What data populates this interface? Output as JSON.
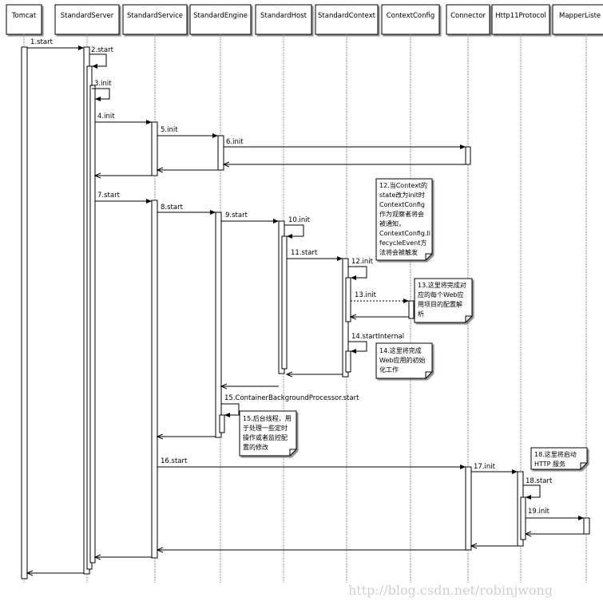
{
  "participants": [
    {
      "id": "tomcat",
      "name": "Tomcat"
    },
    {
      "id": "server",
      "name": "StandardServer"
    },
    {
      "id": "service",
      "name": "StandardService"
    },
    {
      "id": "engine",
      "name": "StandardEngine"
    },
    {
      "id": "host",
      "name": "StandardHost"
    },
    {
      "id": "context",
      "name": "StandardContext"
    },
    {
      "id": "ctxcfg",
      "name": "ContextConfig"
    },
    {
      "id": "connector",
      "name": "Connector"
    },
    {
      "id": "http11",
      "name": "Http11Protocol"
    },
    {
      "id": "mapper",
      "name": "MapperListe"
    }
  ],
  "messages": [
    {
      "label": "1.start",
      "from": "tomcat",
      "to": "server",
      "kind": "call"
    },
    {
      "label": "2.start",
      "from": "server",
      "to": "server",
      "kind": "self"
    },
    {
      "label": "3.init",
      "from": "server",
      "to": "server",
      "kind": "self"
    },
    {
      "label": "4.init",
      "from": "server",
      "to": "service",
      "kind": "call"
    },
    {
      "label": "5.init",
      "from": "service",
      "to": "engine",
      "kind": "call"
    },
    {
      "label": "6.init",
      "from": "engine",
      "to": "connector",
      "kind": "call"
    },
    {
      "label": "",
      "from": "connector",
      "to": "engine",
      "kind": "return"
    },
    {
      "label": "",
      "from": "engine",
      "to": "service",
      "kind": "return"
    },
    {
      "label": "",
      "from": "service",
      "to": "server",
      "kind": "return"
    },
    {
      "label": "7.start",
      "from": "server",
      "to": "service",
      "kind": "call"
    },
    {
      "label": "8.start",
      "from": "service",
      "to": "engine",
      "kind": "call"
    },
    {
      "label": "9.start",
      "from": "engine",
      "to": "host",
      "kind": "call"
    },
    {
      "label": "10.init",
      "from": "host",
      "to": "host",
      "kind": "self"
    },
    {
      "label": "11.start",
      "from": "host",
      "to": "context",
      "kind": "call"
    },
    {
      "label": "12.init",
      "from": "context",
      "to": "context",
      "kind": "self"
    },
    {
      "label": "13.init",
      "from": "context",
      "to": "ctxcfg",
      "kind": "call"
    },
    {
      "label": "14.startInternal",
      "from": "context",
      "to": "context",
      "kind": "self"
    },
    {
      "label": "",
      "from": "context",
      "to": "host",
      "kind": "return"
    },
    {
      "label": "",
      "from": "host",
      "to": "engine",
      "kind": "return"
    },
    {
      "label": "15.ContainerBackgroundProcessor.start",
      "from": "engine",
      "to": "engine",
      "kind": "self"
    },
    {
      "label": "",
      "from": "engine",
      "to": "service",
      "kind": "return"
    },
    {
      "label": "16.start",
      "from": "service",
      "to": "connector",
      "kind": "call"
    },
    {
      "label": "17.init",
      "from": "connector",
      "to": "http11",
      "kind": "call"
    },
    {
      "label": "18.start",
      "from": "http11",
      "to": "http11",
      "kind": "self"
    },
    {
      "label": "19.init",
      "from": "http11",
      "to": "mapper",
      "kind": "call"
    },
    {
      "label": "",
      "from": "mapper",
      "to": "http11",
      "kind": "return"
    },
    {
      "label": "",
      "from": "http11",
      "to": "connector",
      "kind": "return"
    },
    {
      "label": "",
      "from": "connector",
      "to": "service",
      "kind": "return"
    },
    {
      "label": "",
      "from": "service",
      "to": "server",
      "kind": "return"
    },
    {
      "label": "",
      "from": "server",
      "to": "tomcat",
      "kind": "return"
    }
  ],
  "notes": [
    {
      "id": "n12",
      "lines": [
        "12.当Context的",
        "state改为init时",
        "ContextConfig",
        "作为观察者将会",
        "被通知，",
        "ContextConfig.li",
        "fecycleEvent方",
        "法将会被触发"
      ]
    },
    {
      "id": "n13",
      "lines": [
        "13.这里将完成对",
        "应的每个Web应",
        "用项目的配置解",
        "析"
      ]
    },
    {
      "id": "n14",
      "lines": [
        "14.这里将完成",
        "Web应用的初始",
        "化工作"
      ]
    },
    {
      "id": "n15",
      "lines": [
        "15.后台线程，用",
        "于处理一些定时",
        "操作或者监控配",
        "置的修改"
      ]
    },
    {
      "id": "n18",
      "lines": [
        "18.这里将启动",
        "HTTP 服务"
      ]
    }
  ],
  "watermark": "http://blog.csdn.net/robinjwong"
}
